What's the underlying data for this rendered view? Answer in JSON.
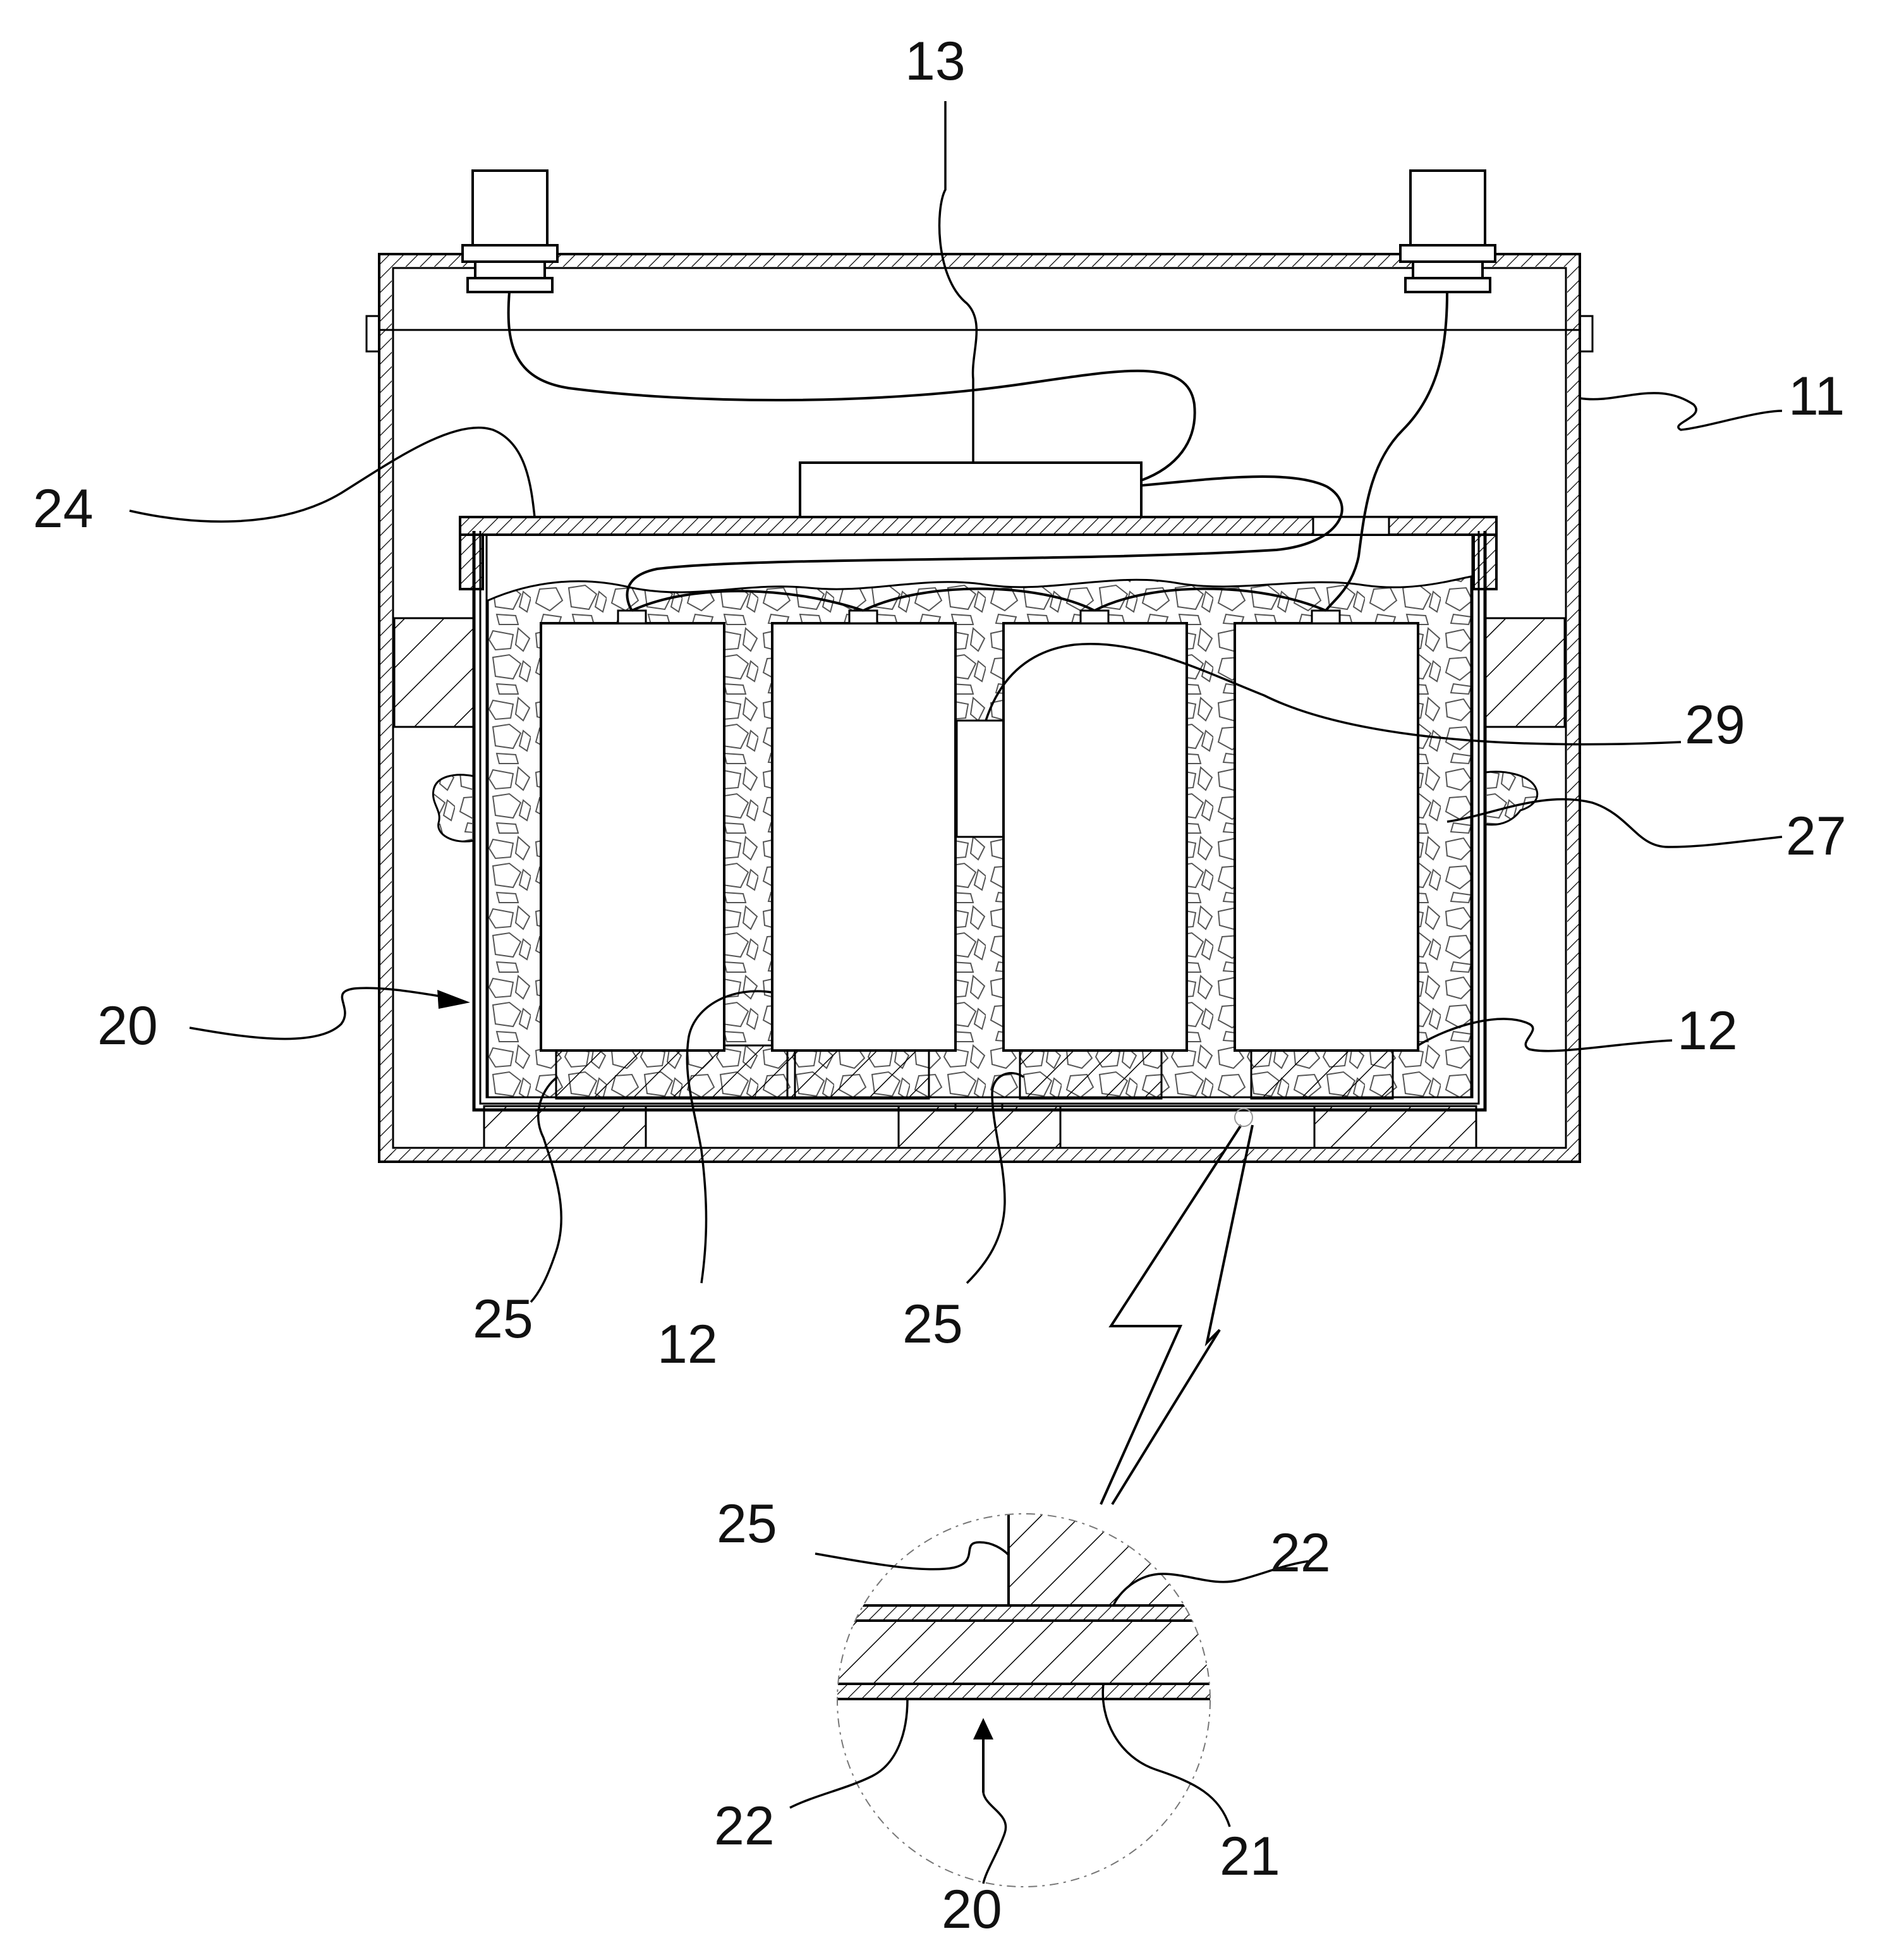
{
  "labels": {
    "l13": "13",
    "l11": "11",
    "l24": "24",
    "l29": "29",
    "l27": "27",
    "l20_left": "20",
    "l12_right": "12",
    "l25_left": "25",
    "l12_bottom": "12",
    "l25_mid": "25",
    "l25_detail": "25",
    "l22_right": "22",
    "l22_left": "22",
    "l21": "21",
    "l20_detail": "20"
  }
}
